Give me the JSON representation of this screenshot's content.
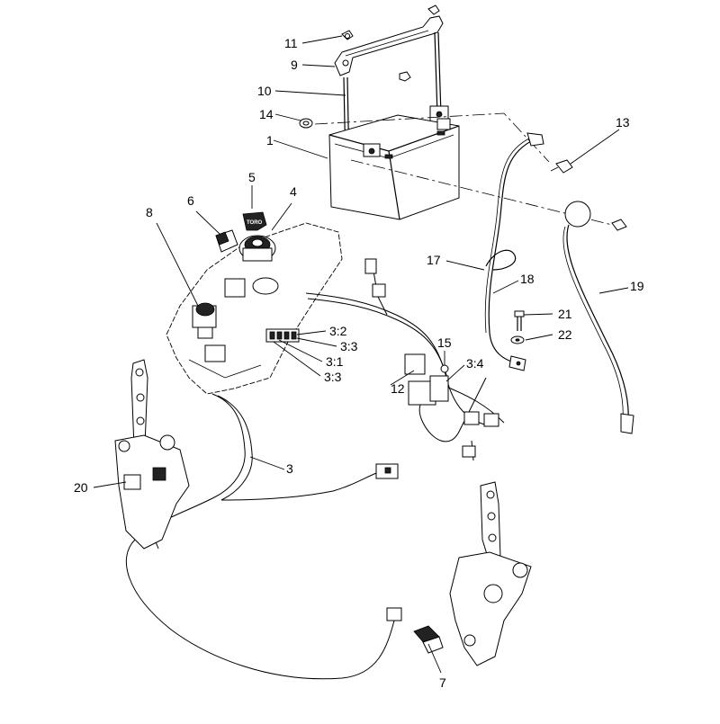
{
  "callouts": [
    {
      "id": "c11",
      "text": "11"
    },
    {
      "id": "c9",
      "text": "9"
    },
    {
      "id": "c10",
      "text": "10"
    },
    {
      "id": "c14",
      "text": "14"
    },
    {
      "id": "c1",
      "text": "1"
    },
    {
      "id": "c13",
      "text": "13"
    },
    {
      "id": "c5",
      "text": "5"
    },
    {
      "id": "c6",
      "text": "6"
    },
    {
      "id": "c4",
      "text": "4"
    },
    {
      "id": "c8",
      "text": "8"
    },
    {
      "id": "c17",
      "text": "17"
    },
    {
      "id": "c18",
      "text": "18"
    },
    {
      "id": "c19",
      "text": "19"
    },
    {
      "id": "c21",
      "text": "21"
    },
    {
      "id": "c22",
      "text": "22"
    },
    {
      "id": "c32",
      "text": "3:2"
    },
    {
      "id": "c33a",
      "text": "3:3"
    },
    {
      "id": "c31",
      "text": "3:1"
    },
    {
      "id": "c33b",
      "text": "3:3"
    },
    {
      "id": "c15",
      "text": "15"
    },
    {
      "id": "c34",
      "text": "3:4"
    },
    {
      "id": "c12",
      "text": "12"
    },
    {
      "id": "c3",
      "text": "3"
    },
    {
      "id": "c20",
      "text": "20"
    },
    {
      "id": "c7",
      "text": "7"
    }
  ],
  "logo_text": "TORO"
}
